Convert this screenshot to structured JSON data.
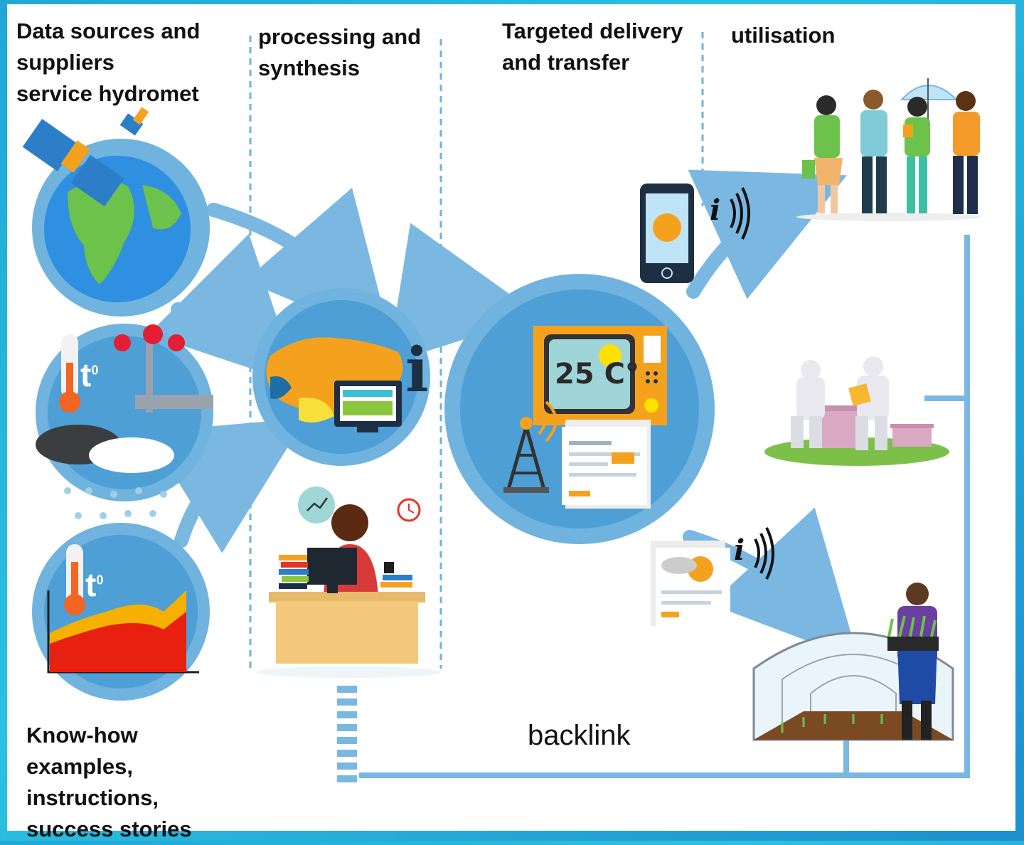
{
  "columns": {
    "sources": "Data sources and\nsuppliers\nservice hydromet",
    "processing": "processing and\nsynthesis",
    "delivery": "Targeted delivery\nand transfer",
    "utilisation": "utilisation"
  },
  "knowhow": "Know-how\nexamples,\ninstructions,\nsuccess stories",
  "feedback_label": "backlink",
  "thermometer_label": "t",
  "thermometer_degree": "0",
  "temperature_display": "25 C°",
  "info_letter": "i",
  "signal_label": "i",
  "colors": {
    "circle": "#6fb3de",
    "circle_inner": "#4d9fd6",
    "arrow": "#7ab8e2",
    "orange": "#f4a21e",
    "red": "#e23a2a",
    "divider": "#6fb3de"
  }
}
